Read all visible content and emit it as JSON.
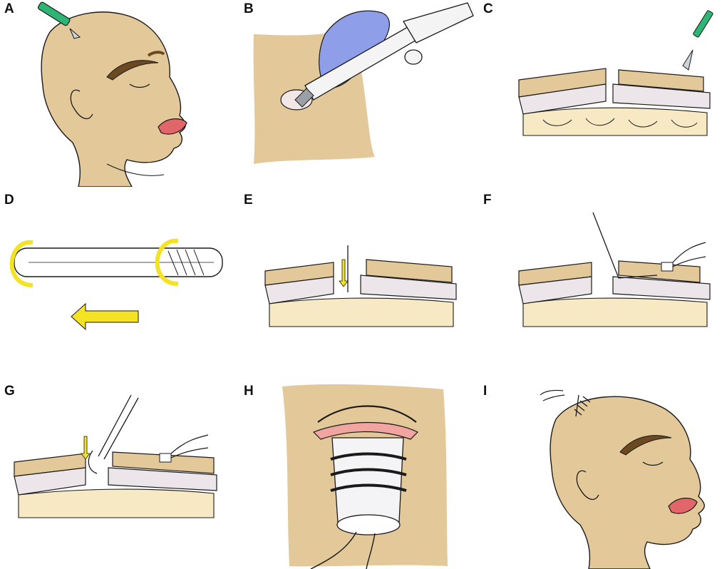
{
  "figure": {
    "panels": [
      {
        "id": "A",
        "label": "A",
        "depicts": "scalp-incision"
      },
      {
        "id": "B",
        "label": "B",
        "depicts": "burr-hole-drilling"
      },
      {
        "id": "C",
        "label": "C",
        "depicts": "dural-incision"
      },
      {
        "id": "D",
        "label": "D",
        "depicts": "catheter-rotation-withdrawal"
      },
      {
        "id": "E",
        "label": "E",
        "depicts": "needle-insertion"
      },
      {
        "id": "F",
        "label": "F",
        "depicts": "catheter-placement"
      },
      {
        "id": "G",
        "label": "G",
        "depicts": "catheter-fixation-forceps"
      },
      {
        "id": "H",
        "label": "H",
        "depicts": "sutured-catheter-sheath"
      },
      {
        "id": "I",
        "label": "I",
        "depicts": "closed-incision"
      }
    ]
  },
  "colors": {
    "skin": "#e3c99a",
    "bone": "#f7e9c4",
    "dura": "#ece6ea",
    "lips": "#e0666a",
    "brow": "#6b4a22",
    "arrow": "#f3e324",
    "glove": "#8f9ee8",
    "scalpel": "#2fb573",
    "line": "#1a1a1a"
  }
}
